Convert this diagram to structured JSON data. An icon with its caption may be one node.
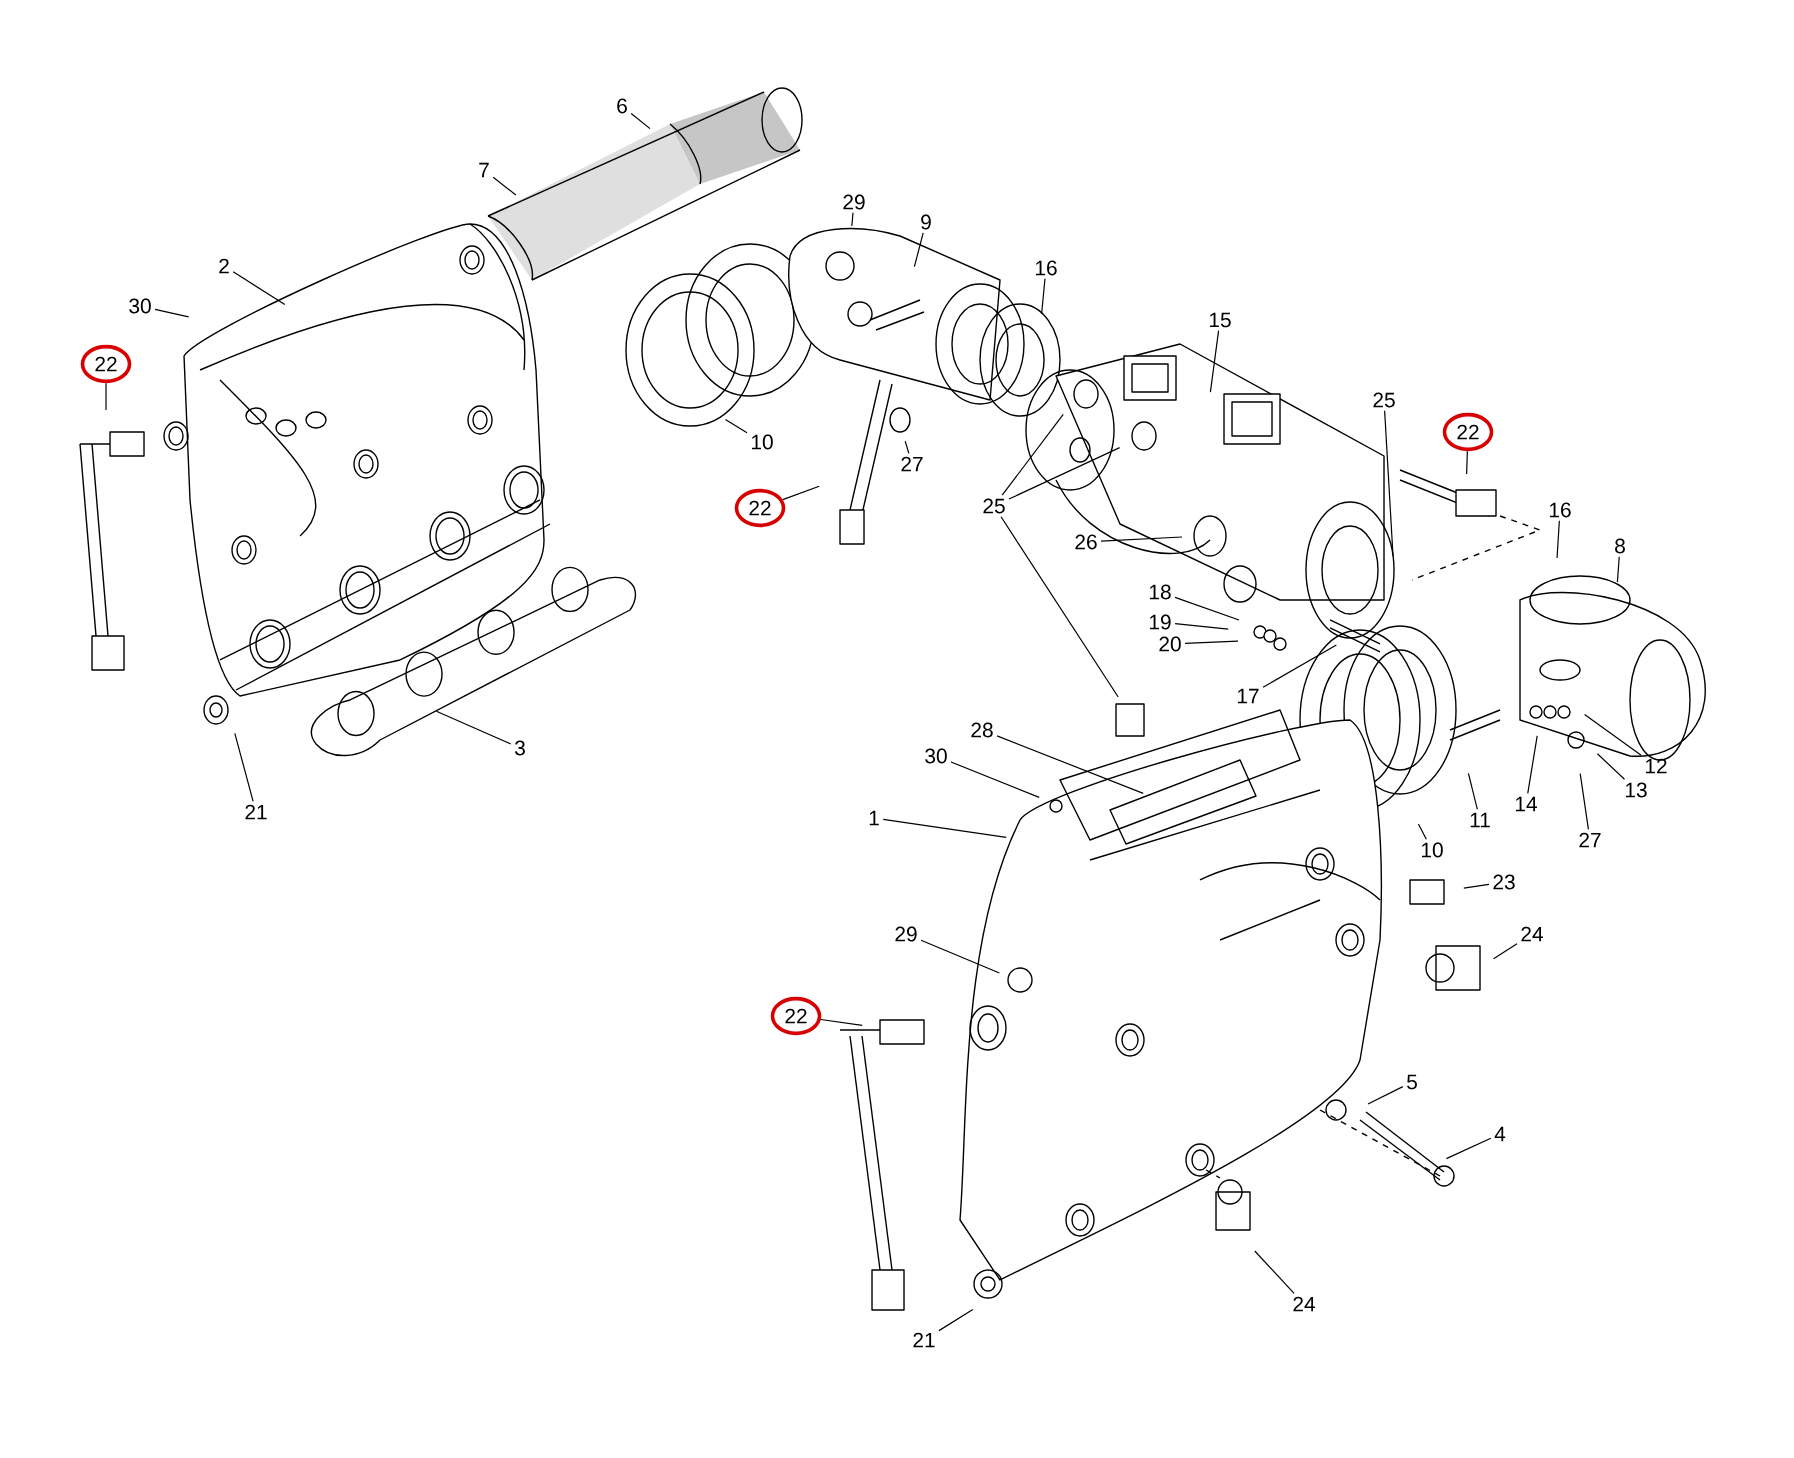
{
  "diagram": {
    "nodes": [
      {
        "text": [
          "6"
        ]
      },
      {
        "text": [
          "7"
        ]
      },
      {
        "text": [
          "29"
        ]
      },
      {
        "text": [
          "9"
        ]
      },
      {
        "text": [
          "16"
        ]
      },
      {
        "text": [
          "2"
        ]
      },
      {
        "text": [
          "30"
        ]
      },
      {
        "text": [
          "15"
        ]
      },
      {
        "text": [
          "22"
        ]
      },
      {
        "text": [
          "25"
        ]
      },
      {
        "text": [
          "22"
        ]
      },
      {
        "text": [
          "10"
        ]
      },
      {
        "text": [
          "27"
        ]
      },
      {
        "text": [
          "22"
        ]
      },
      {
        "text": [
          "25"
        ]
      },
      {
        "text": [
          "16"
        ]
      },
      {
        "text": [
          "26"
        ]
      },
      {
        "text": [
          "8"
        ]
      },
      {
        "text": [
          "18"
        ]
      },
      {
        "text": [
          "19"
        ]
      },
      {
        "text": [
          "20"
        ]
      },
      {
        "text": [
          "17"
        ]
      },
      {
        "text": [
          "28"
        ]
      },
      {
        "text": [
          "3"
        ]
      },
      {
        "text": [
          "30"
        ]
      },
      {
        "text": [
          "12"
        ]
      },
      {
        "text": [
          "13"
        ]
      },
      {
        "text": [
          "14"
        ]
      },
      {
        "text": [
          "21"
        ]
      },
      {
        "text": [
          "1"
        ]
      },
      {
        "text": [
          "11"
        ]
      },
      {
        "text": [
          "27"
        ]
      },
      {
        "text": [
          "10"
        ]
      },
      {
        "text": [
          "23"
        ]
      },
      {
        "text": [
          "29"
        ]
      },
      {
        "text": [
          "24"
        ]
      },
      {
        "text": [
          "22"
        ]
      },
      {
        "text": [
          "5"
        ]
      },
      {
        "text": [
          "4"
        ]
      },
      {
        "text": [
          "24"
        ]
      },
      {
        "text": [
          "21"
        ]
      }
    ],
    "edges": [
      {
        "from": 0,
        "to": null,
        "arrow": "none"
      },
      {
        "from": 1,
        "to": null,
        "arrow": "none"
      },
      {
        "from": 2,
        "to": null,
        "arrow": "none"
      },
      {
        "from": 3,
        "to": null,
        "arrow": "none"
      },
      {
        "from": 4,
        "to": null,
        "arrow": "none"
      },
      {
        "from": 5,
        "to": null,
        "arrow": "none"
      },
      {
        "from": 6,
        "to": null,
        "arrow": "none"
      },
      {
        "from": 7,
        "to": null,
        "arrow": "none"
      },
      {
        "from": 8,
        "to": null,
        "arrow": "none"
      },
      {
        "from": 9,
        "to": null,
        "arrow": "none"
      },
      {
        "from": 10,
        "to": null,
        "arrow": "none"
      },
      {
        "from": 11,
        "to": null,
        "arrow": "none"
      },
      {
        "from": 12,
        "to": null,
        "arrow": "none"
      },
      {
        "from": 13,
        "to": null,
        "arrow": "none"
      },
      {
        "from": 14,
        "to": null,
        "arrow": "none"
      },
      {
        "from": 14,
        "to": null,
        "arrow": "none"
      },
      {
        "from": 14,
        "to": null,
        "arrow": "none"
      },
      {
        "from": 15,
        "to": null,
        "arrow": "none"
      },
      {
        "from": 16,
        "to": null,
        "arrow": "none"
      },
      {
        "from": 17,
        "to": null,
        "arrow": "none"
      },
      {
        "from": 18,
        "to": null,
        "arrow": "none"
      },
      {
        "from": 19,
        "to": null,
        "arrow": "none"
      },
      {
        "from": 20,
        "to": null,
        "arrow": "none"
      },
      {
        "from": 21,
        "to": null,
        "arrow": "none"
      },
      {
        "from": 22,
        "to": null,
        "arrow": "none"
      },
      {
        "from": 23,
        "to": null,
        "arrow": "none"
      },
      {
        "from": 24,
        "to": null,
        "arrow": "none"
      },
      {
        "from": 25,
        "to": null,
        "arrow": "none"
      },
      {
        "from": 26,
        "to": null,
        "arrow": "none"
      },
      {
        "from": 27,
        "to": null,
        "arrow": "none"
      },
      {
        "from": 28,
        "to": null,
        "arrow": "none"
      },
      {
        "from": 29,
        "to": null,
        "arrow": "none"
      },
      {
        "from": 30,
        "to": null,
        "arrow": "none"
      },
      {
        "from": 31,
        "to": null,
        "arrow": "none"
      },
      {
        "from": 32,
        "to": null,
        "arrow": "none"
      },
      {
        "from": 33,
        "to": null,
        "arrow": "none"
      },
      {
        "from": 34,
        "to": null,
        "arrow": "none"
      },
      {
        "from": 35,
        "to": null,
        "arrow": "none"
      },
      {
        "from": 36,
        "to": null,
        "arrow": "none"
      },
      {
        "from": 37,
        "to": null,
        "arrow": "none"
      },
      {
        "from": 38,
        "to": null,
        "arrow": "none"
      },
      {
        "from": 39,
        "to": null,
        "arrow": "none"
      },
      {
        "from": 40,
        "to": null,
        "arrow": "none"
      }
    ]
  }
}
